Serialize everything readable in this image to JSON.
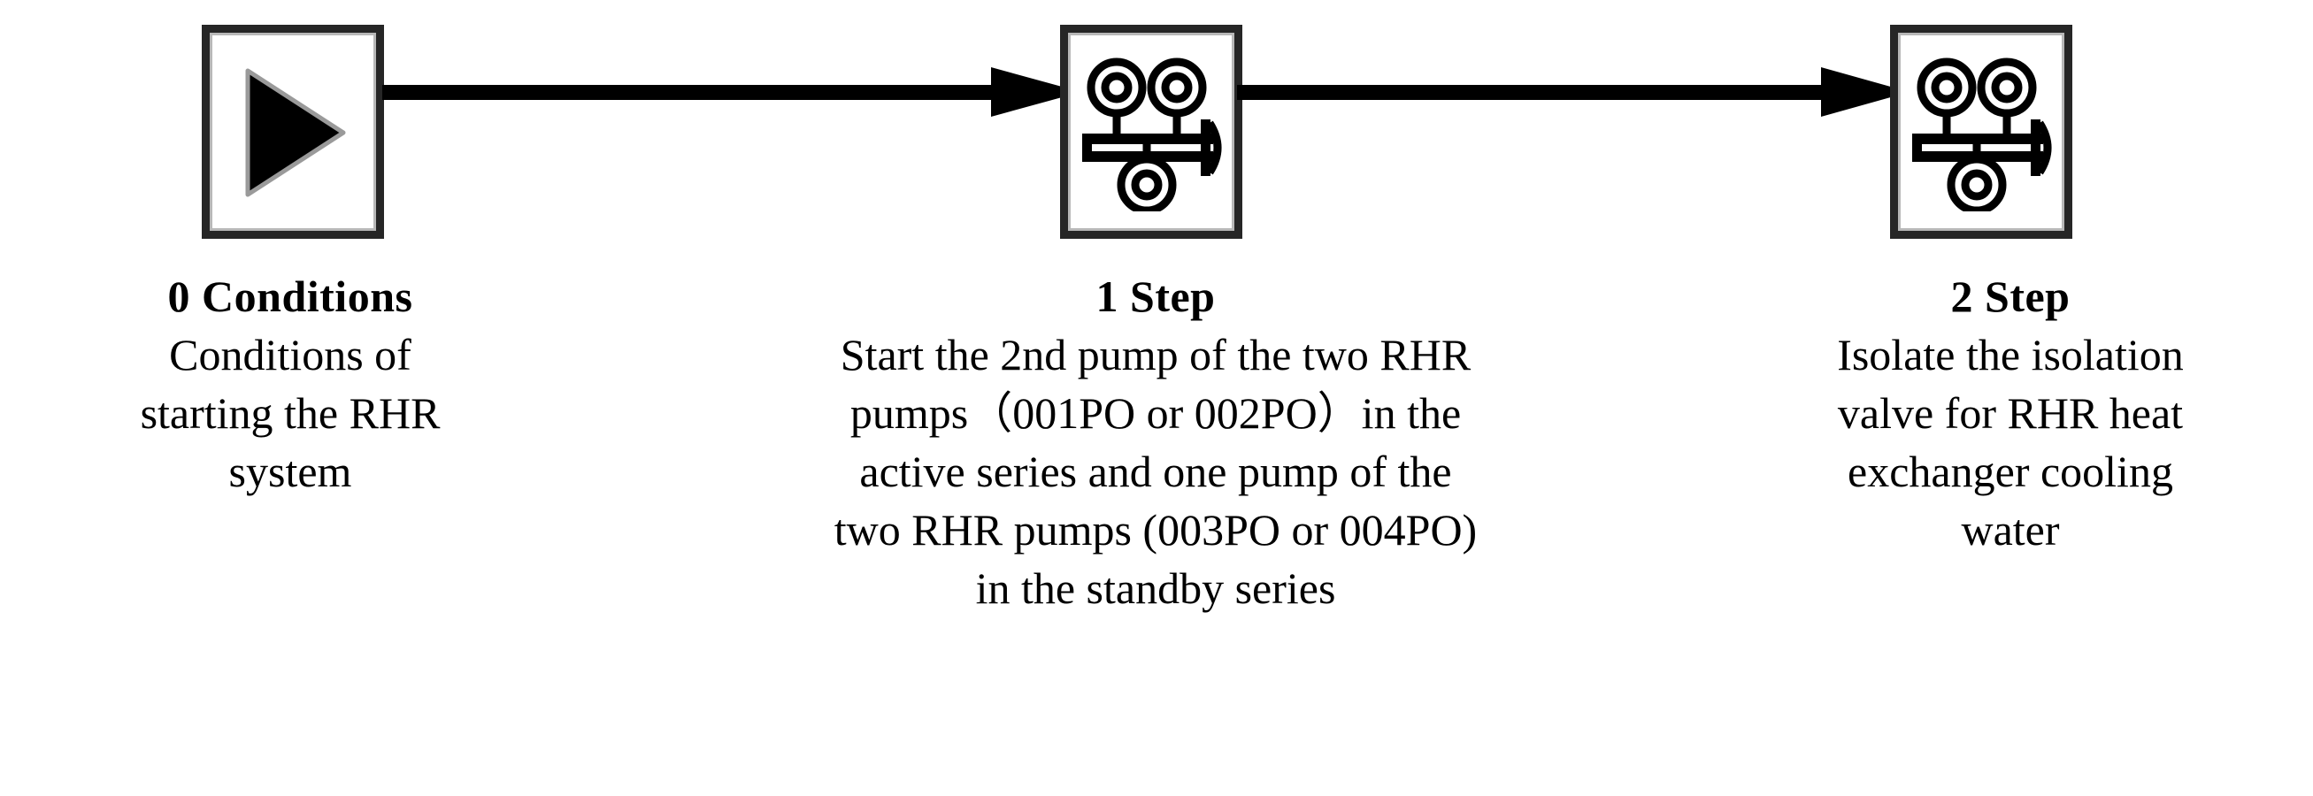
{
  "diagram": {
    "type": "process-flow",
    "orientation": "horizontal",
    "background_color": "#ffffff",
    "text_color": "#000000",
    "node_border_color": "#262626",
    "arrow_color": "#000000",
    "nodes": [
      {
        "id": "node-0",
        "icon": "play-triangle-icon",
        "title": "0 Conditions",
        "body_lines": [
          "Conditions of",
          "starting the RHR",
          "system"
        ]
      },
      {
        "id": "node-1",
        "icon": "pump-network-icon",
        "title": "1 Step",
        "body_lines": [
          "Start the 2nd pump of the two RHR",
          "pumps（001PO or 002PO）in the",
          "active series and one pump of the",
          "two RHR pumps (003PO or 004PO)",
          "in the standby series"
        ]
      },
      {
        "id": "node-2",
        "icon": "pump-network-icon",
        "title": "2 Step",
        "body_lines": [
          "Isolate the isolation",
          "valve for RHR heat",
          "exchanger cooling",
          "water"
        ]
      }
    ],
    "connectors": [
      {
        "id": "arrow-0-to-1",
        "icon": "arrow-right-icon",
        "from": "node-0",
        "to": "node-1"
      },
      {
        "id": "arrow-1-to-2",
        "icon": "arrow-right-icon",
        "from": "node-1",
        "to": "node-2"
      }
    ]
  }
}
